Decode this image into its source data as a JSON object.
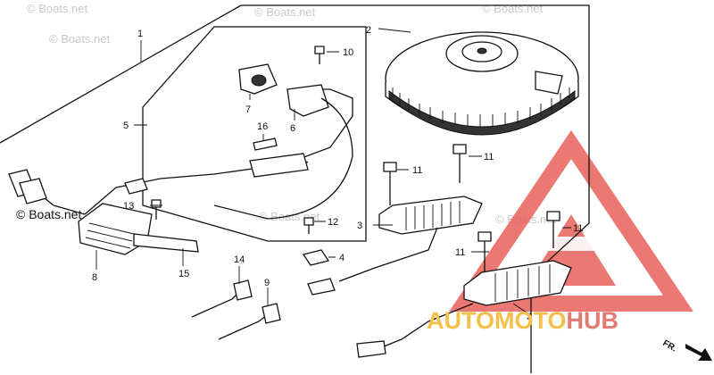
{
  "diagram": {
    "callouts": [
      {
        "id": "c1",
        "text": "1"
      },
      {
        "id": "c2",
        "text": "2"
      },
      {
        "id": "c3a",
        "text": "3"
      },
      {
        "id": "c3b",
        "text": "3"
      },
      {
        "id": "c4",
        "text": "4"
      },
      {
        "id": "c5",
        "text": "5"
      },
      {
        "id": "c6",
        "text": "6"
      },
      {
        "id": "c7",
        "text": "7"
      },
      {
        "id": "c8",
        "text": "8"
      },
      {
        "id": "c9",
        "text": "9"
      },
      {
        "id": "c10",
        "text": "10"
      },
      {
        "id": "c11a",
        "text": "11"
      },
      {
        "id": "c11b",
        "text": "11"
      },
      {
        "id": "c11c",
        "text": "11"
      },
      {
        "id": "c11d",
        "text": "11"
      },
      {
        "id": "c12",
        "text": "12"
      },
      {
        "id": "c13",
        "text": "13"
      },
      {
        "id": "c14",
        "text": "14"
      },
      {
        "id": "c15",
        "text": "15"
      },
      {
        "id": "c16",
        "text": "16"
      }
    ],
    "direction_label": "FR."
  },
  "watermarks": {
    "top_left": "© Boats.net",
    "top_mid": "© Boats.net",
    "top_right": "© Boats.net",
    "mid_left": "© Boats.net",
    "center": "© Boats.net",
    "mid_right": "© Boats.net",
    "lower": "© Boats.net"
  },
  "brand": {
    "part1": "AUTO",
    "part2": "MOTO",
    "part3": "HUB",
    "color1": "#f5c04a",
    "color2": "#e07a72",
    "triangle_color": "#e8605a"
  }
}
